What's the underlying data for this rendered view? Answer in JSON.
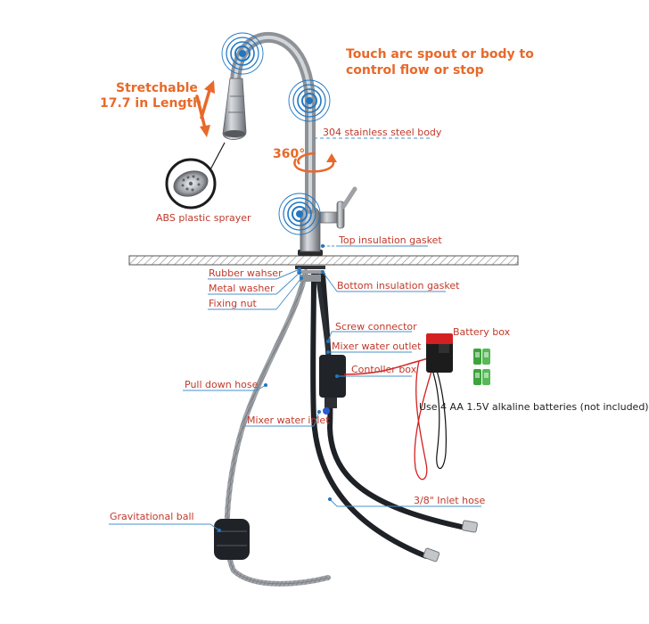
{
  "headline": {
    "line1": "Touch arc spout or body to",
    "line2": "control flow or stop"
  },
  "stretch": {
    "line1": "Stretchable",
    "line2": "17.7 in Length"
  },
  "rotation": "360°",
  "labels": {
    "steel_body": "304 stainless steel body",
    "sprayer": "ABS plastic sprayer",
    "top_gasket": "Top insulation gasket",
    "rubber_washer": "Rubber wahser",
    "metal_washer": "Metal washer",
    "bottom_gasket": "Bottom insulation gasket",
    "fixing_nut": "Fixing nut",
    "screw_connector": "Screw connector",
    "mixer_outlet": "Mixer water outlet",
    "battery_box": "Battery box",
    "controller_box": "Contoller box",
    "pull_down_hose": "Pull down hose",
    "mixer_inlet": "Mixer water inlet",
    "batteries_note": "Use 4 AA 1.5V alkaline batteries (not included)",
    "inlet_hose": "3/8\" Inlet hose",
    "grav_ball": "Gravitational ball"
  },
  "colors": {
    "orange": "#e8692a",
    "label_red": "#c0392b",
    "leader_blue": "#4a90c8",
    "touch_blue": "#1f77c4",
    "steel": "#a9adb2",
    "hose_black": "#1e2226",
    "battery_green": "#3da33d",
    "battery_red": "#d42020"
  }
}
